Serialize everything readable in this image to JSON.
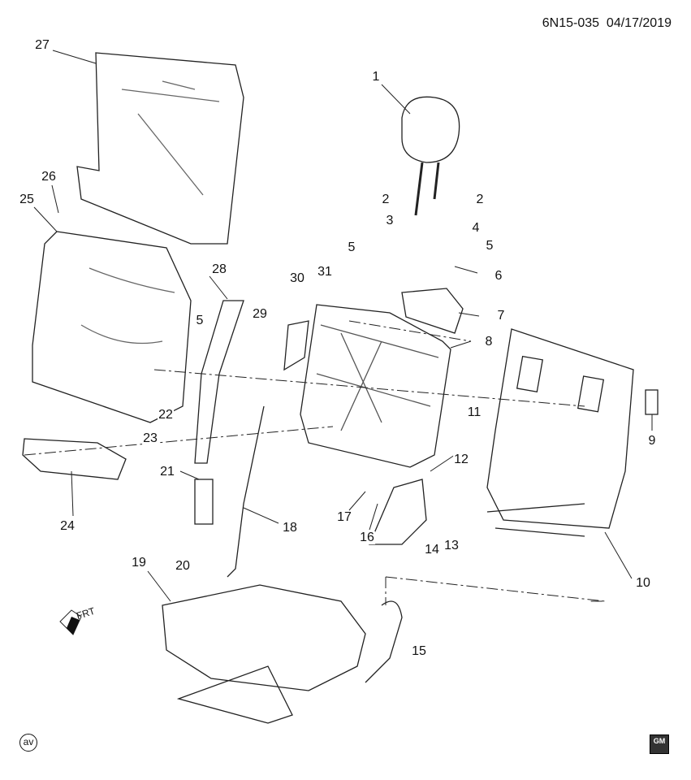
{
  "header": {
    "diagram_id": "6N15-035",
    "date": "04/17/2019"
  },
  "callouts": [
    "1",
    "2",
    "2",
    "3",
    "4",
    "5",
    "5",
    "5",
    "6",
    "7",
    "8",
    "9",
    "10",
    "11",
    "12",
    "13",
    "14",
    "15",
    "16",
    "17",
    "18",
    "19",
    "20",
    "21",
    "22",
    "23",
    "24",
    "25",
    "26",
    "27",
    "28",
    "29",
    "30",
    "31"
  ],
  "direction_indicator": "FRT",
  "footer": {
    "badge": "av",
    "logo": "GM"
  }
}
